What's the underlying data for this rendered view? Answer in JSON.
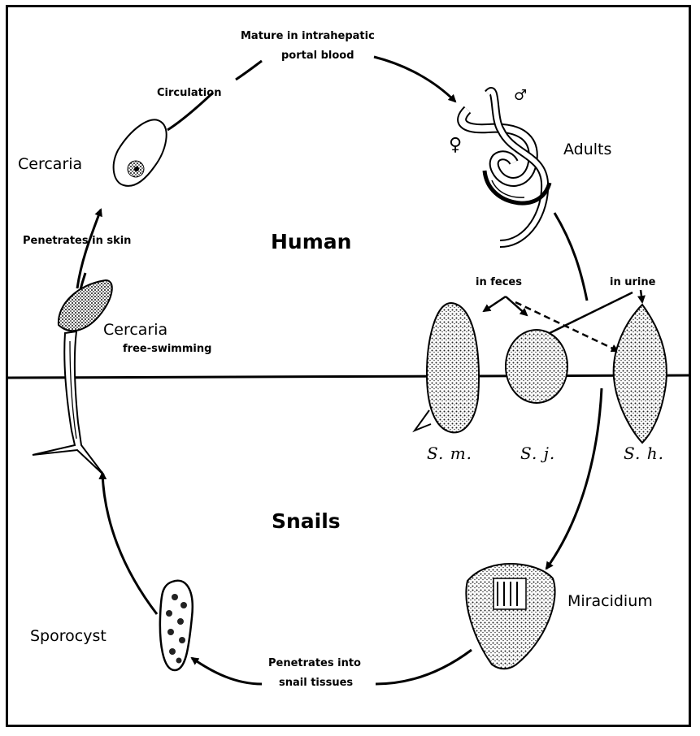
{
  "zones": {
    "upper": "Human",
    "lower": "Snails"
  },
  "stages": {
    "cercaria_top": "Cercaria",
    "cercaria_free": "Cercaria",
    "cercaria_free_sub": "free-swimming",
    "adults": "Adults",
    "miracidium": "Miracidium",
    "sporocyst": "Sporocyst"
  },
  "transitions": {
    "mature": [
      "Mature in intrahepatic",
      "portal blood"
    ],
    "circulation": "Circulation",
    "penetrates_skin": "Penetrates in skin",
    "penetrates_snail": [
      "Penetrates into",
      "snail tissues"
    ],
    "in_feces": "in feces",
    "in_urine": "in urine"
  },
  "species": {
    "sm": "S. m.",
    "sj": "S. j.",
    "sh": "S. h."
  },
  "symbols": {
    "female": "♀",
    "male": "♂"
  }
}
